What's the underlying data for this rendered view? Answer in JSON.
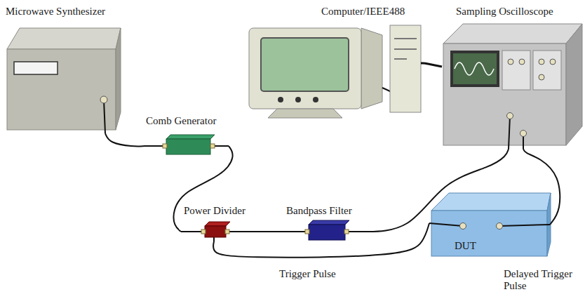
{
  "diagram": {
    "nodes": [
      {
        "text": [
          "Microwave Synthesizer"
        ]
      },
      {
        "text": [
          "Comb Generator"
        ]
      },
      {
        "text": [
          "Computer/IEEE488"
        ]
      },
      {
        "text": [
          "Sampling Oscilloscope"
        ]
      },
      {
        "text": [
          "Power Divider"
        ]
      },
      {
        "text": [
          "Bandpass Filter"
        ]
      },
      {
        "text": [
          "DUT"
        ]
      }
    ],
    "edges": [
      {
        "from": 0,
        "to": 1,
        "arrow": "none"
      },
      {
        "from": 1,
        "to": 4,
        "arrow": "none"
      },
      {
        "from": 4,
        "to": 5,
        "arrow": "none"
      },
      {
        "from": 5,
        "to": 3,
        "arrow": "none"
      },
      {
        "from": 4,
        "to": 6,
        "label": "Trigger Pulse",
        "arrow": "none"
      },
      {
        "from": 6,
        "to": 3,
        "label": "Delayed Trigger Pulse",
        "arrow": "none"
      },
      {
        "from": 2,
        "to": 3,
        "arrow": "none"
      }
    ]
  }
}
